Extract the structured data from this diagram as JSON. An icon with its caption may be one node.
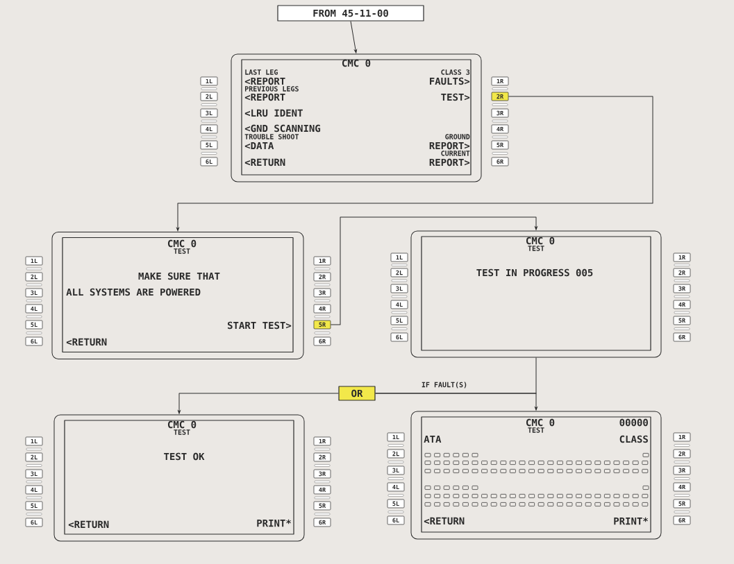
{
  "diagram": {
    "nodes": [
      {
        "text": [
          "FROM 45-11-00"
        ]
      },
      {
        "text": [
          "CMC 0",
          "LAST LEG",
          "CLASS 3",
          "<REPORT",
          "FAULTS>",
          "PREVIOUS LEGS",
          "<REPORT",
          "TEST>",
          "<LRU IDENT",
          "<GND SCANNING",
          "TROUBLE SHOOT",
          "GROUND",
          "<DATA",
          "REPORT>",
          "CURRENT",
          "<RETURN",
          "REPORT>"
        ]
      },
      {
        "text": [
          "1L"
        ]
      },
      {
        "text": [
          "2L"
        ]
      },
      {
        "text": [
          "3L"
        ]
      },
      {
        "text": [
          "4L"
        ]
      },
      {
        "text": [
          "5L"
        ]
      },
      {
        "text": [
          "6L"
        ]
      },
      {
        "text": [
          "1R"
        ]
      },
      {
        "text": [
          "2R"
        ]
      },
      {
        "text": [
          "3R"
        ]
      },
      {
        "text": [
          "4R"
        ]
      },
      {
        "text": [
          "5R"
        ]
      },
      {
        "text": [
          "6R"
        ]
      },
      {
        "text": [
          "CMC 0",
          "TEST",
          "MAKE SURE THAT",
          "ALL SYSTEMS ARE POWERED",
          "START TEST>",
          "<RETURN"
        ]
      },
      {
        "text": [
          "1L"
        ]
      },
      {
        "text": [
          "2L"
        ]
      },
      {
        "text": [
          "3L"
        ]
      },
      {
        "text": [
          "4L"
        ]
      },
      {
        "text": [
          "5L"
        ]
      },
      {
        "text": [
          "6L"
        ]
      },
      {
        "text": [
          "1R"
        ]
      },
      {
        "text": [
          "2R"
        ]
      },
      {
        "text": [
          "3R"
        ]
      },
      {
        "text": [
          "4R"
        ]
      },
      {
        "text": [
          "5R"
        ]
      },
      {
        "text": [
          "6R"
        ]
      },
      {
        "text": [
          "CMC 0",
          "TEST",
          "TEST IN PROGRESS 005"
        ]
      },
      {
        "text": [
          "1L"
        ]
      },
      {
        "text": [
          "2L"
        ]
      },
      {
        "text": [
          "3L"
        ]
      },
      {
        "text": [
          "4L"
        ]
      },
      {
        "text": [
          "5L"
        ]
      },
      {
        "text": [
          "6L"
        ]
      },
      {
        "text": [
          "1R"
        ]
      },
      {
        "text": [
          "2R"
        ]
      },
      {
        "text": [
          "3R"
        ]
      },
      {
        "text": [
          "4R"
        ]
      },
      {
        "text": [
          "5R"
        ]
      },
      {
        "text": [
          "6R"
        ]
      },
      {
        "text": [
          "OR"
        ]
      },
      {
        "text": [
          "CMC 0",
          "TEST",
          "TEST OK",
          "<RETURN",
          "PRINT*"
        ]
      },
      {
        "text": [
          "1L"
        ]
      },
      {
        "text": [
          "2L"
        ]
      },
      {
        "text": [
          "3L"
        ]
      },
      {
        "text": [
          "4L"
        ]
      },
      {
        "text": [
          "5L"
        ]
      },
      {
        "text": [
          "6L"
        ]
      },
      {
        "text": [
          "1R"
        ]
      },
      {
        "text": [
          "2R"
        ]
      },
      {
        "text": [
          "3R"
        ]
      },
      {
        "text": [
          "4R"
        ]
      },
      {
        "text": [
          "5R"
        ]
      },
      {
        "text": [
          "6R"
        ]
      },
      {
        "text": [
          "CMC 0",
          "00000",
          "TEST",
          "ATA",
          "CLASS",
          "<RETURN",
          "PRINT*"
        ]
      },
      {
        "text": [
          "1L"
        ]
      },
      {
        "text": [
          "2L"
        ]
      },
      {
        "text": [
          "3L"
        ]
      },
      {
        "text": [
          "4L"
        ]
      },
      {
        "text": [
          "5L"
        ]
      },
      {
        "text": [
          "6L"
        ]
      },
      {
        "text": [
          "1R"
        ]
      },
      {
        "text": [
          "2R"
        ]
      },
      {
        "text": [
          "3R"
        ]
      },
      {
        "text": [
          "4R"
        ]
      },
      {
        "text": [
          "5R"
        ]
      },
      {
        "text": [
          "6R"
        ]
      }
    ],
    "edges": [
      {
        "from": 0,
        "to": 1,
        "arrow": "to"
      },
      {
        "from": 9,
        "to": 14,
        "arrow": "to"
      },
      {
        "from": 25,
        "to": 27,
        "arrow": "to"
      },
      {
        "from": 27,
        "to": 40,
        "arrow": "none"
      },
      {
        "from": 40,
        "to": 41,
        "arrow": "to"
      },
      {
        "from": 40,
        "to": 54,
        "arrow": "to",
        "label": "IF FAULT(S)"
      }
    ]
  }
}
